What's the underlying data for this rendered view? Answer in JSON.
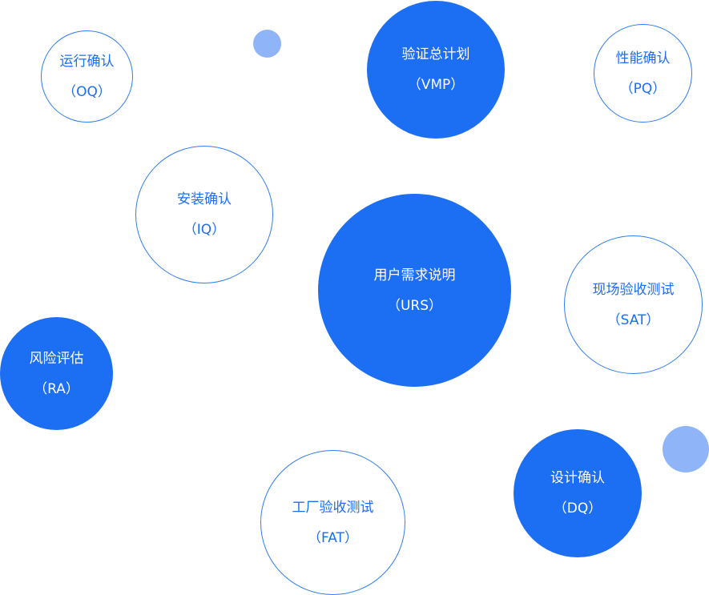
{
  "colors": {
    "primary": "#1c6ef2",
    "light": "#8fb4f7"
  },
  "nodes": {
    "oq": {
      "title": "运行确认",
      "code": "（OQ）"
    },
    "vmp": {
      "title": "验证总计划",
      "code": "（VMP）"
    },
    "pq": {
      "title": "性能确认",
      "code": "（PQ）"
    },
    "iq": {
      "title": "安装确认",
      "code": "（IQ）"
    },
    "urs": {
      "title": "用户需求说明",
      "code": "（URS）"
    },
    "sat": {
      "title": "现场验收测试",
      "code": "（SAT）"
    },
    "ra": {
      "title": "风险评估",
      "code": "（RA）"
    },
    "dq": {
      "title": "设计确认",
      "code": "（DQ）"
    },
    "fat": {
      "title": "工厂验收测试",
      "code": "（FAT）"
    }
  }
}
